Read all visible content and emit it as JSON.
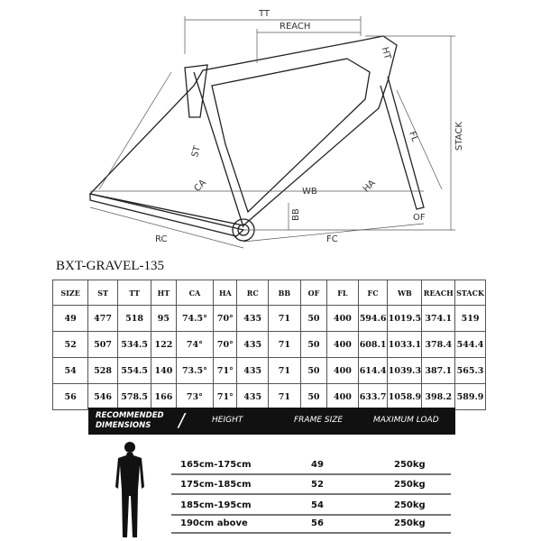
{
  "diagram": {
    "labels": {
      "tt": "TT",
      "reach": "REACH",
      "ht": "HT",
      "stack": "STACK",
      "fl": "FL",
      "st": "ST",
      "ca": "CA",
      "wb": "WB",
      "ha": "HA",
      "bb": "BB",
      "of": "OF",
      "rc": "RC",
      "fc": "FC"
    }
  },
  "title": "BXT-GRAVEL-135",
  "table": {
    "headers": [
      "SIZE",
      "ST",
      "TT",
      "HT",
      "CA",
      "HA",
      "RC",
      "BB",
      "OF",
      "FL",
      "FC",
      "WB",
      "REACH",
      "STACK"
    ],
    "rows": [
      [
        "49",
        "477",
        "518",
        "95",
        "74.5°",
        "70°",
        "435",
        "71",
        "50",
        "400",
        "594.6",
        "1019.5",
        "374.1",
        "519"
      ],
      [
        "52",
        "507",
        "534.5",
        "122",
        "74°",
        "70°",
        "435",
        "71",
        "50",
        "400",
        "608.1",
        "1033.1",
        "378.4",
        "544.4"
      ],
      [
        "54",
        "528",
        "554.5",
        "140",
        "73.5°",
        "71°",
        "435",
        "71",
        "50",
        "400",
        "614.4",
        "1039.3",
        "387.1",
        "565.3"
      ],
      [
        "56",
        "546",
        "578.5",
        "166",
        "73°",
        "71°",
        "435",
        "71",
        "50",
        "400",
        "633.7",
        "1058.9",
        "398.2",
        "589.9"
      ]
    ]
  },
  "recommended": {
    "title_line1": "RECOMMENDED",
    "title_line2": "DIMENSIONS",
    "slash": "/",
    "col_height": "HEIGHT",
    "col_size": "FRAME SIZE",
    "col_load": "MAXIMUM LOAD",
    "rows": [
      {
        "height": "165cm-175cm",
        "size": "49",
        "load": "250kg"
      },
      {
        "height": "175cm-185cm",
        "size": "52",
        "load": "250kg"
      },
      {
        "height": "185cm-195cm",
        "size": "54",
        "load": "250kg"
      },
      {
        "height": "190cm above",
        "size": "56",
        "load": "250kg"
      }
    ]
  }
}
